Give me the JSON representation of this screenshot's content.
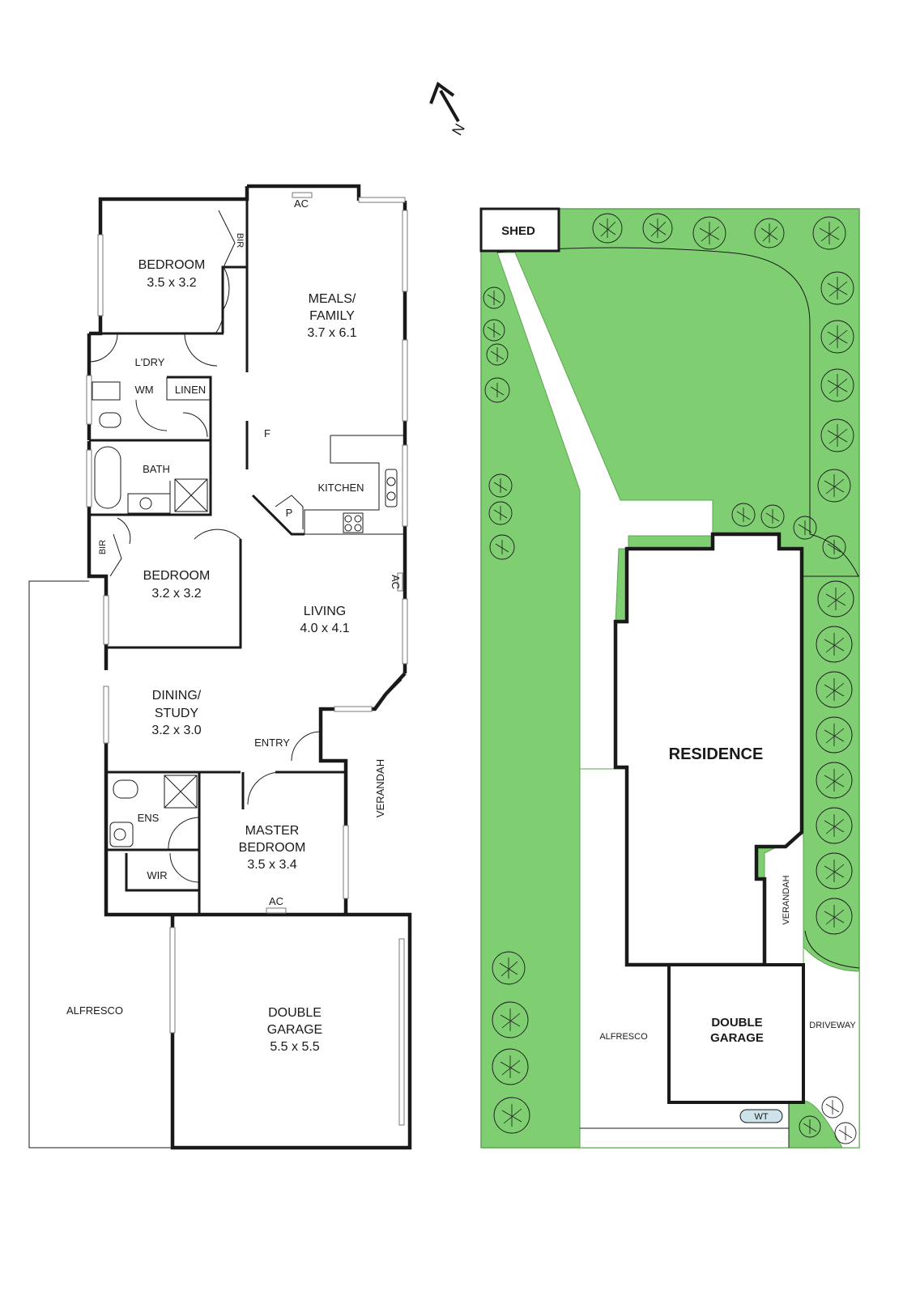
{
  "compass": {
    "north_label": "N"
  },
  "floor_plan": {
    "rooms": {
      "bedroom_top": {
        "name": "BEDROOM",
        "size": "3.5 x 3.2"
      },
      "meals_family": {
        "name_line1": "MEALS/",
        "name_line2": "FAMILY",
        "size": "3.7 x 6.1"
      },
      "bedroom_mid": {
        "name": "BEDROOM",
        "size": "3.2 x 3.2"
      },
      "living": {
        "name": "LIVING",
        "size": "4.0 x 4.1"
      },
      "dining_study": {
        "name_line1": "DINING/",
        "name_line2": "STUDY",
        "size": "3.2 x 3.0"
      },
      "master_bedroom": {
        "name_line1": "MASTER",
        "name_line2": "BEDROOM",
        "size": "3.5 x 3.4"
      },
      "double_garage": {
        "name_line1": "DOUBLE",
        "name_line2": "GARAGE",
        "size": "5.5 x 5.5"
      }
    },
    "labels": {
      "bir_top": "BIR",
      "bir_mid": "BIR",
      "ac_meals": "AC",
      "ac_living": "AC",
      "ac_master": "AC",
      "laundry": "L'DRY",
      "wm": "WM",
      "linen": "LINEN",
      "bath": "BATH",
      "fridge": "F",
      "kitchen": "KITCHEN",
      "pantry": "P",
      "entry": "ENTRY",
      "verandah": "VERANDAH",
      "ens": "ENS",
      "wir": "WIR",
      "alfresco": "ALFRESCO"
    }
  },
  "site_plan": {
    "labels": {
      "shed": "SHED",
      "residence": "RESIDENCE",
      "verandah": "VERANDAH",
      "alfresco": "ALFRESCO",
      "garage_line1": "DOUBLE",
      "garage_line2": "GARAGE",
      "driveway": "DRIVEWAY",
      "water_tank": "WT"
    },
    "colors": {
      "lawn": "#7fcf72",
      "lawn_edge": "#5aa64f"
    }
  }
}
